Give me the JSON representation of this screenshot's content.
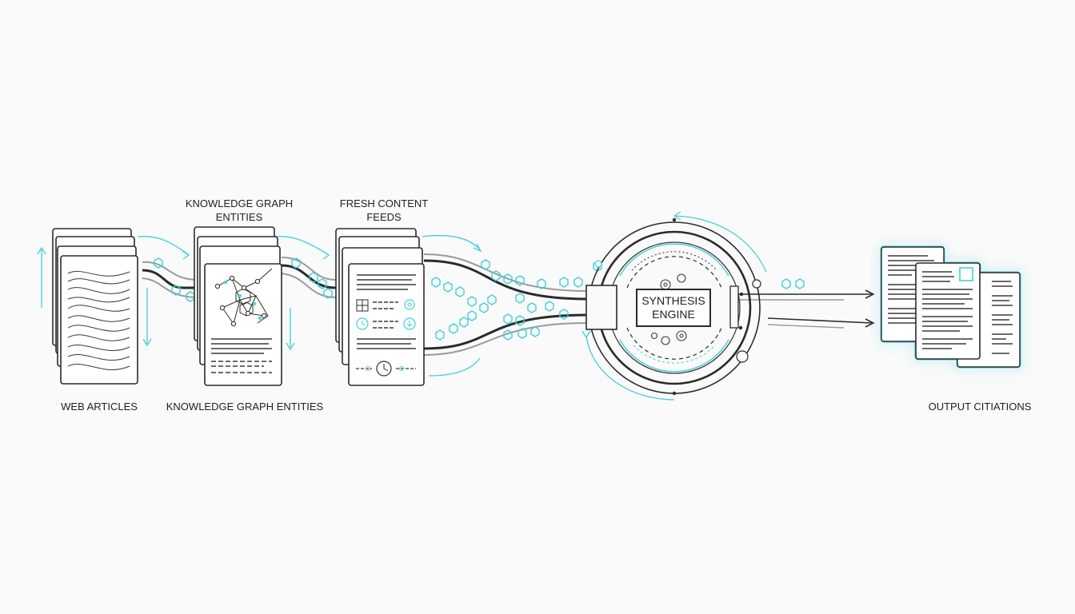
{
  "labels": {
    "web_articles": "WEB ARTICLES",
    "kg_top_line1": "KNOWLEDGE GRAPH",
    "kg_top_line2": "ENTITIES",
    "kg_bottom": "KNOWLEDGE GRAPH ENTITIES",
    "feeds_line1": "FRESH CONTENT",
    "feeds_line2": "FEEDS",
    "engine_line1": "SYNTHESIS",
    "engine_line2": "ENGINE",
    "output": "OUTPUT CITIATIONS"
  },
  "colors": {
    "stroke": "#2b2b2b",
    "accent": "#3fd0dc",
    "gray": "#9a9a9a",
    "paper": "#ffffff",
    "background": "#fafafa"
  }
}
